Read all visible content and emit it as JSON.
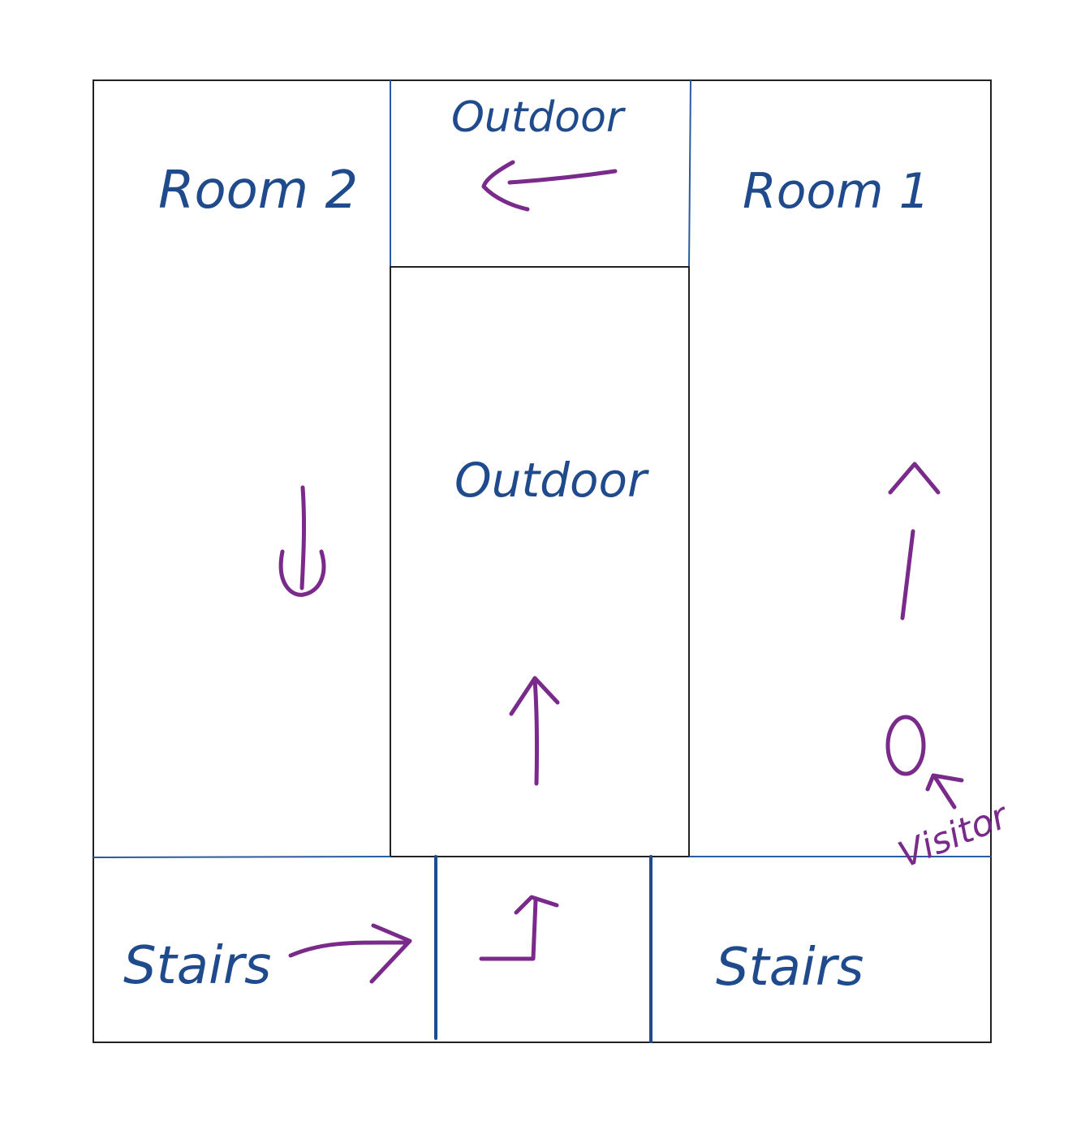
{
  "labels": {
    "room_2": "Room 2",
    "room_1": "Room 1",
    "outdoor_top": "Outdoor",
    "outdoor_center": "Outdoor",
    "stairs_left": "Stairs",
    "stairs_right": "Stairs",
    "visitor": "Visitor"
  },
  "colors": {
    "wall": "#222222",
    "label_ink": "#1f4a8c",
    "path_ink": "#7a2a8a",
    "background": "#ffffff"
  },
  "icons": {
    "visitor_marker": "circle-icon",
    "path_arrows": "arrow-icon"
  }
}
